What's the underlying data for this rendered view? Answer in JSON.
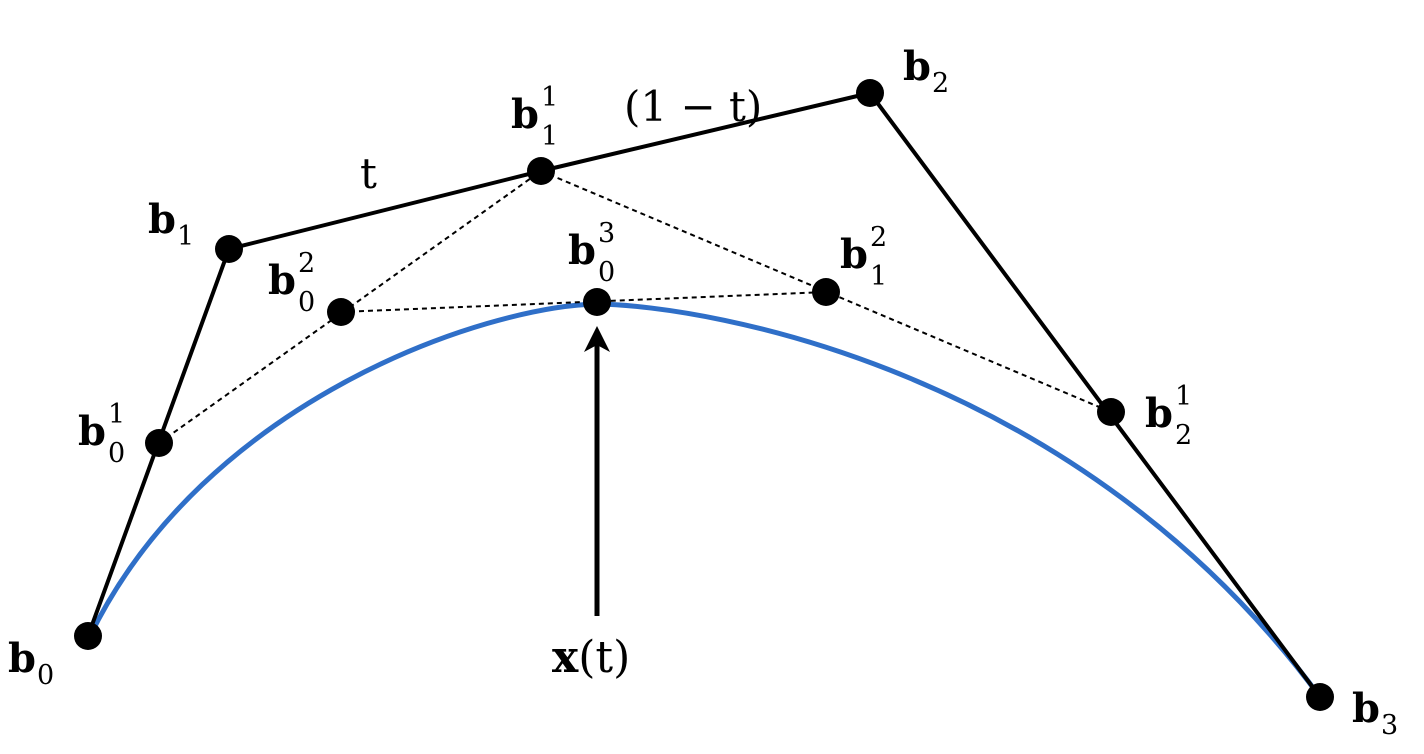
{
  "colors": {
    "curve": "#2f6fc8",
    "polygon": "#000000",
    "construction": "#000000",
    "point": "#000000",
    "background": "#ffffff"
  },
  "points": {
    "b0": {
      "base": "b",
      "sub": "0",
      "sup": ""
    },
    "b1": {
      "base": "b",
      "sub": "1",
      "sup": ""
    },
    "b2": {
      "base": "b",
      "sub": "2",
      "sup": ""
    },
    "b3": {
      "base": "b",
      "sub": "3",
      "sup": ""
    },
    "b01": {
      "base": "b",
      "sub": "0",
      "sup": "1"
    },
    "b11": {
      "base": "b",
      "sub": "1",
      "sup": "1"
    },
    "b21": {
      "base": "b",
      "sub": "2",
      "sup": "1"
    },
    "b02": {
      "base": "b",
      "sub": "0",
      "sup": "2"
    },
    "b12": {
      "base": "b",
      "sub": "1",
      "sup": "2"
    },
    "b03": {
      "base": "b",
      "sub": "0",
      "sup": "3"
    }
  },
  "labels": {
    "t": "t",
    "one_minus_t": "(1 − t)",
    "xt_bold": "x",
    "xt_rest": "(t)"
  }
}
